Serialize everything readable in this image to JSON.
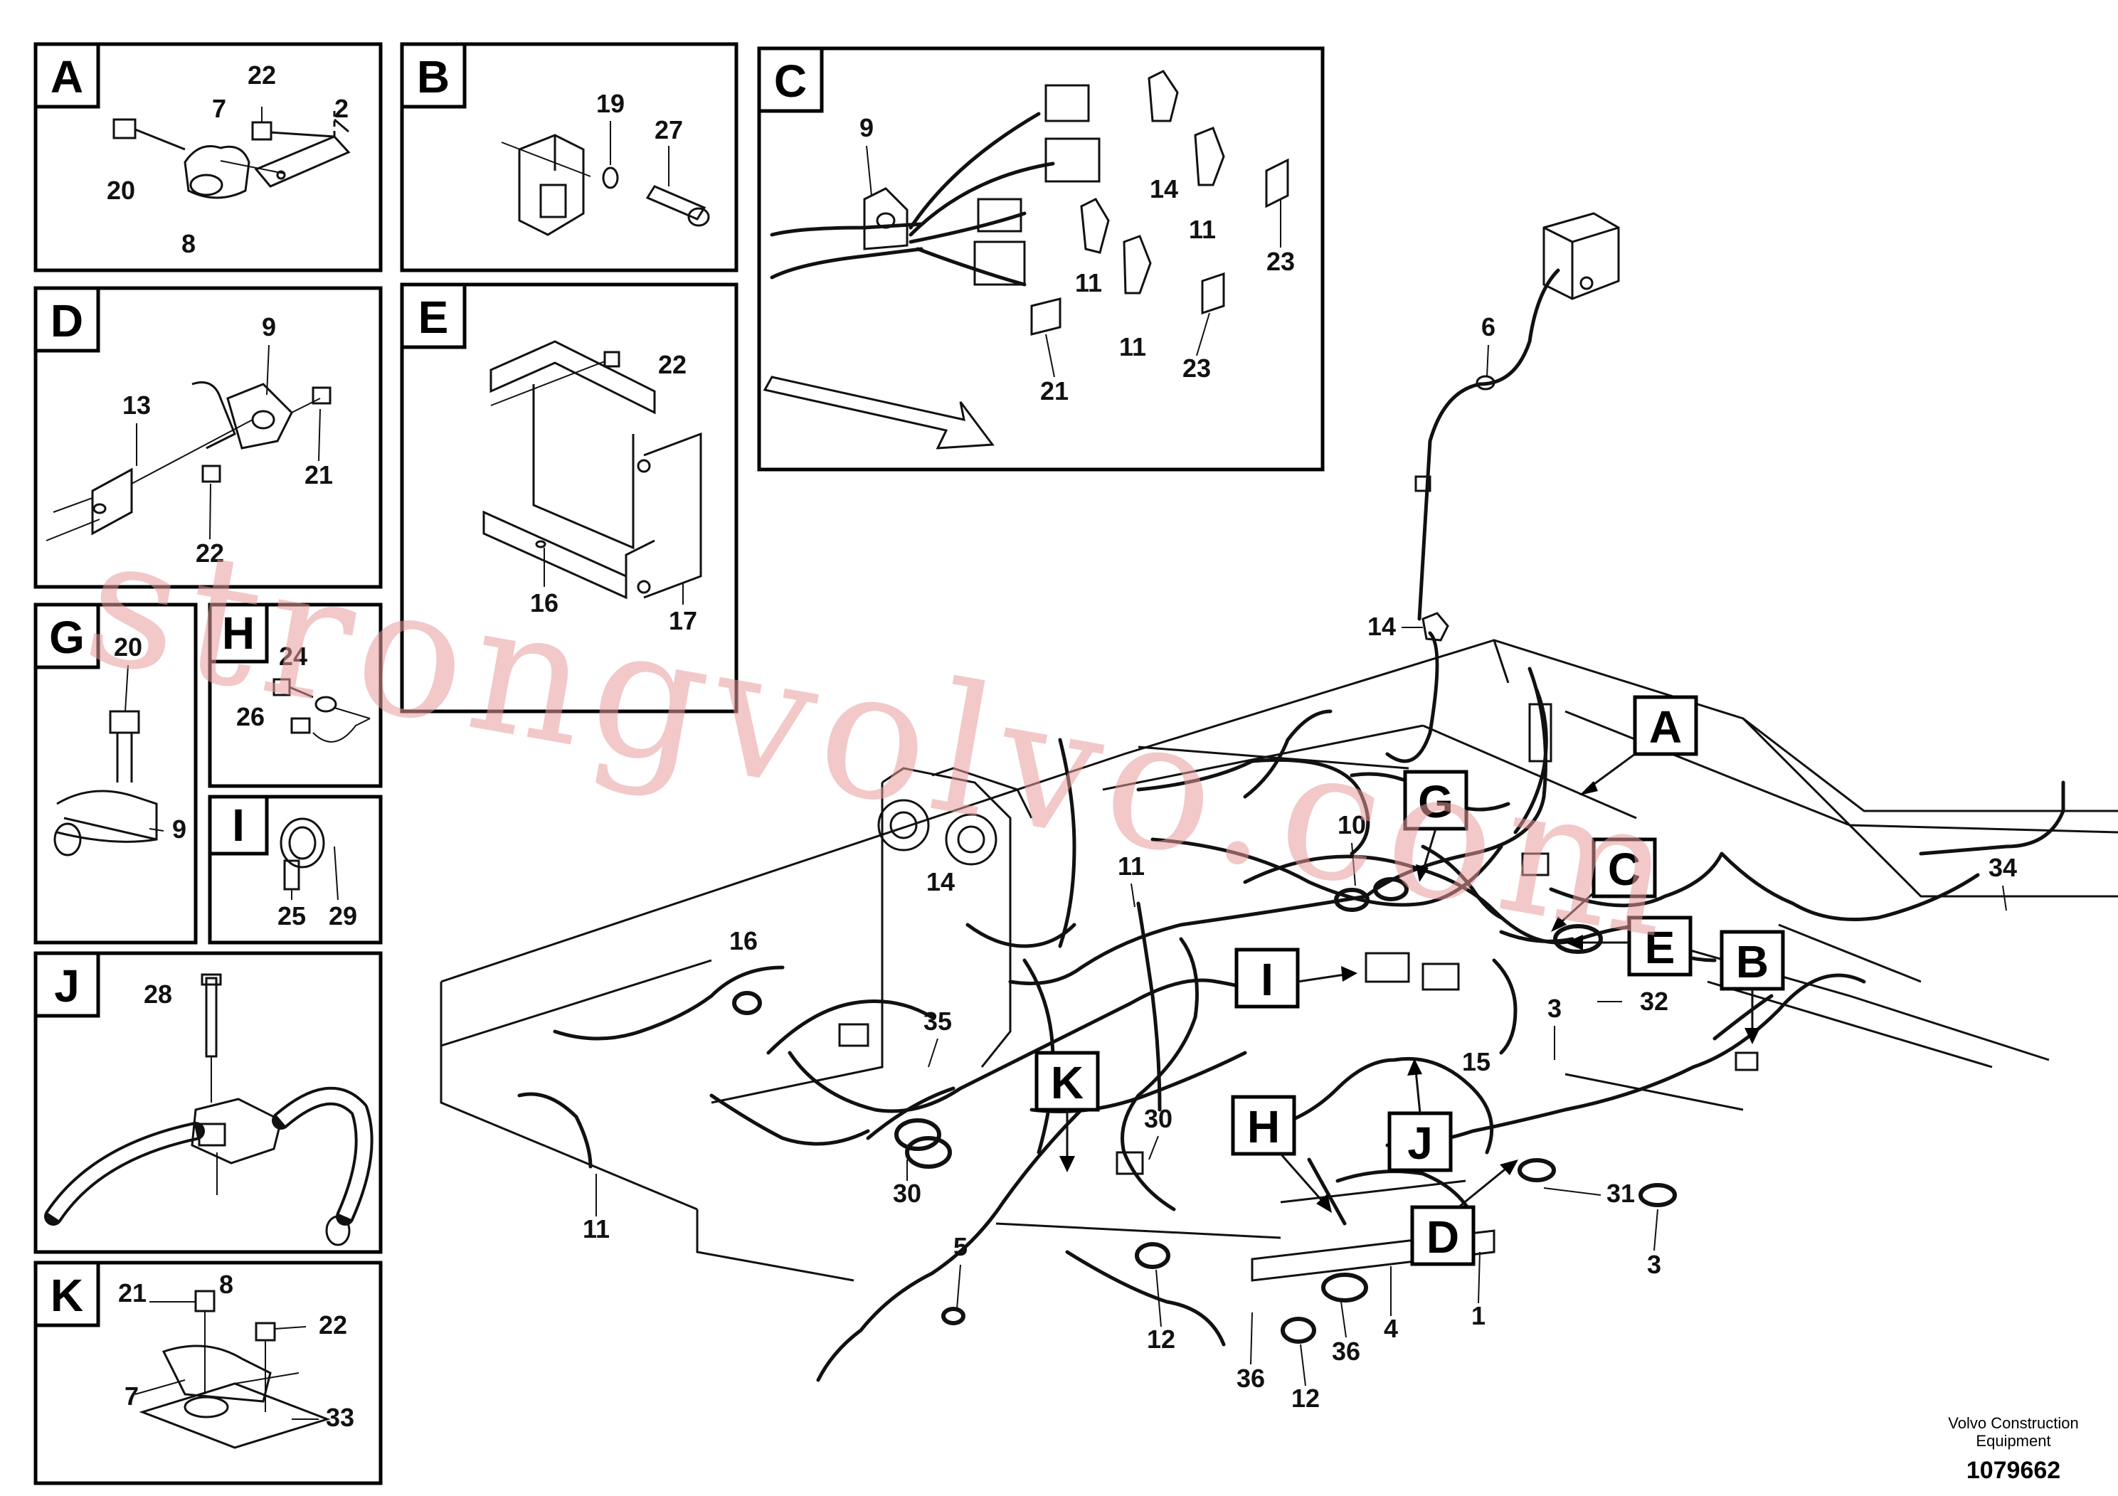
{
  "panels": [
    {
      "id": "A",
      "labels": [
        "22",
        "7",
        "2",
        "20",
        "8"
      ]
    },
    {
      "id": "B",
      "labels": [
        "19",
        "27"
      ]
    },
    {
      "id": "C",
      "labels": [
        "9",
        "14",
        "11",
        "23",
        "11",
        "11",
        "23",
        "21"
      ]
    },
    {
      "id": "D",
      "labels": [
        "9",
        "13",
        "21",
        "22"
      ]
    },
    {
      "id": "E",
      "labels": [
        "22",
        "16",
        "17"
      ]
    },
    {
      "id": "G",
      "labels": [
        "20",
        "9"
      ]
    },
    {
      "id": "H",
      "labels": [
        "24",
        "26"
      ]
    },
    {
      "id": "I",
      "labels": [
        "25",
        "29"
      ]
    },
    {
      "id": "J",
      "labels": [
        "28"
      ]
    },
    {
      "id": "K",
      "labels": [
        "21",
        "8",
        "22",
        "7",
        "33"
      ]
    }
  ],
  "main": {
    "callouts": [
      "A",
      "G",
      "C",
      "E",
      "B",
      "I",
      "K",
      "H",
      "J",
      "D"
    ],
    "labels": [
      "6",
      "14",
      "10",
      "11",
      "14",
      "16",
      "34",
      "35",
      "3",
      "32",
      "15",
      "30",
      "30",
      "31",
      "3",
      "11",
      "5",
      "12",
      "36",
      "36",
      "4",
      "1",
      "12"
    ]
  },
  "watermark": "strongvolvo.com",
  "credit": {
    "line1": "Volvo Construction",
    "line2": "Equipment"
  },
  "part_number": "1079662"
}
